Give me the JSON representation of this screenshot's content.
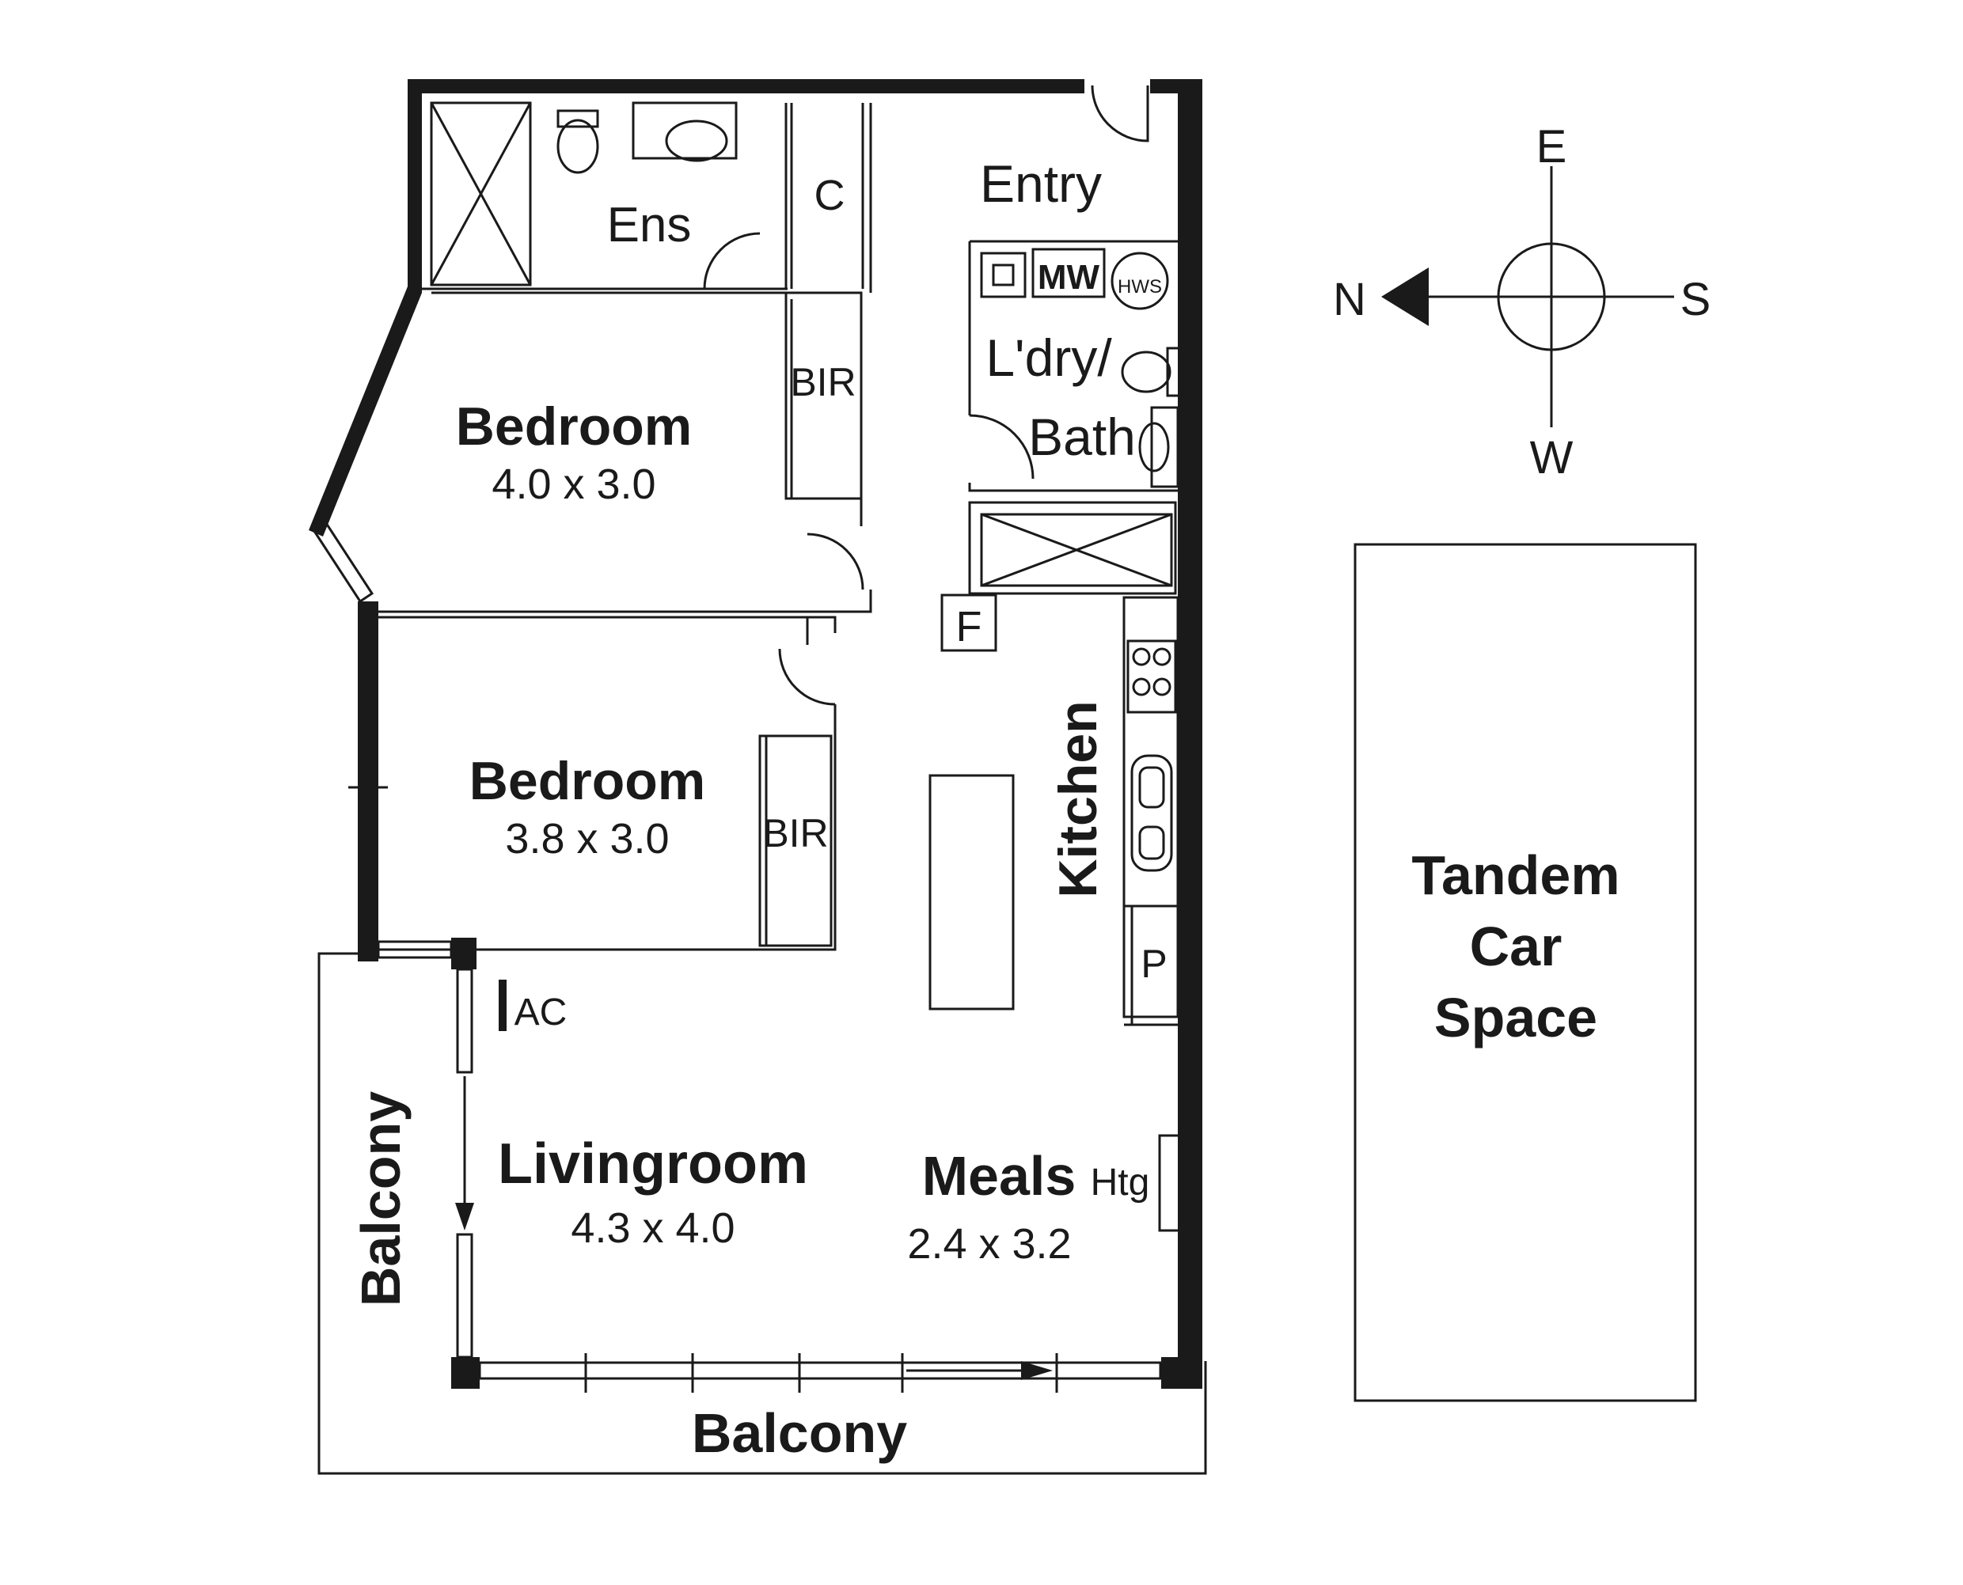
{
  "colors": {
    "ink": "#1a1a1a",
    "paper": "#ffffff"
  },
  "rooms": {
    "ensuite": "Ens",
    "cupboard": "C",
    "entry": "Entry",
    "microwave": "MW",
    "hot_water": "HWS",
    "laundry_line1": "L'dry/",
    "laundry_line2": "Bath",
    "bedroom1_name": "Bedroom",
    "bedroom1_size": "4.0 x 3.0",
    "bir1": "BIR",
    "bedroom2_name": "Bedroom",
    "bedroom2_size": "3.8 x 3.0",
    "bir2": "BIR",
    "fridge": "F",
    "kitchen": "Kitchen",
    "pantry": "P",
    "ac": "AC",
    "livingroom_name": "Livingroom",
    "livingroom_size": "4.3 x 4.0",
    "meals_name": "Meals",
    "meals_size": "2.4 x 3.2",
    "heating": "Htg",
    "balcony_side": "Balcony",
    "balcony_bottom": "Balcony",
    "car_line1": "Tandem",
    "car_line2": "Car",
    "car_line3": "Space"
  },
  "compass": {
    "east": "E",
    "north": "N",
    "south": "S",
    "west": "W",
    "icon": "compass-rose-icon"
  }
}
